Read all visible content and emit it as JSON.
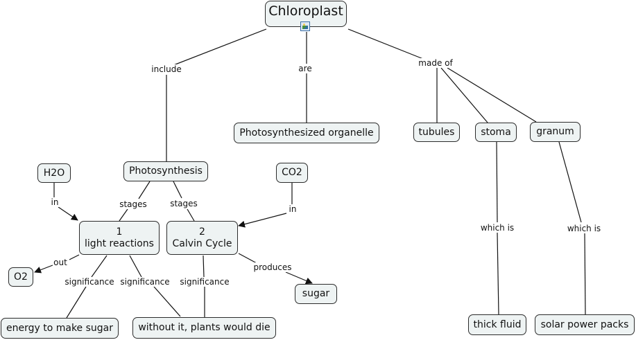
{
  "map_title": "Chloroplast",
  "nodes": {
    "chloroplast": "Chloroplast",
    "photosynthesized_organelle": "Photosynthesized organelle",
    "tubules": "tubules",
    "stoma": "stoma",
    "granum": "granum",
    "photosynthesis": "Photosynthesis",
    "h2o": "H2O",
    "co2": "CO2",
    "light_reactions_num": "1",
    "light_reactions": "light reactions",
    "calvin_cycle_num": "2",
    "calvin_cycle": "Calvin Cycle",
    "o2": "O2",
    "sugar": "sugar",
    "energy": "energy to make sugar",
    "without_it": "without it, plants would die",
    "thick_fluid": "thick fluid",
    "solar_power": "solar power packs"
  },
  "links": {
    "include": "include",
    "are": "are",
    "made_of": "made of",
    "h2o_in": "in",
    "co2_in": "in",
    "stages_1": "stages",
    "stages_2": "stages",
    "out": "out",
    "produces": "produces",
    "significance_1": "significance",
    "significance_2": "significance",
    "significance_3": "significance",
    "which_is_1": "which is",
    "which_is_2": "which is"
  },
  "icons": {
    "root_attachment": "image-icon"
  },
  "colors": {
    "node_fill": "#eef3f3",
    "node_border": "#2b2b2b",
    "line": "#111111"
  }
}
